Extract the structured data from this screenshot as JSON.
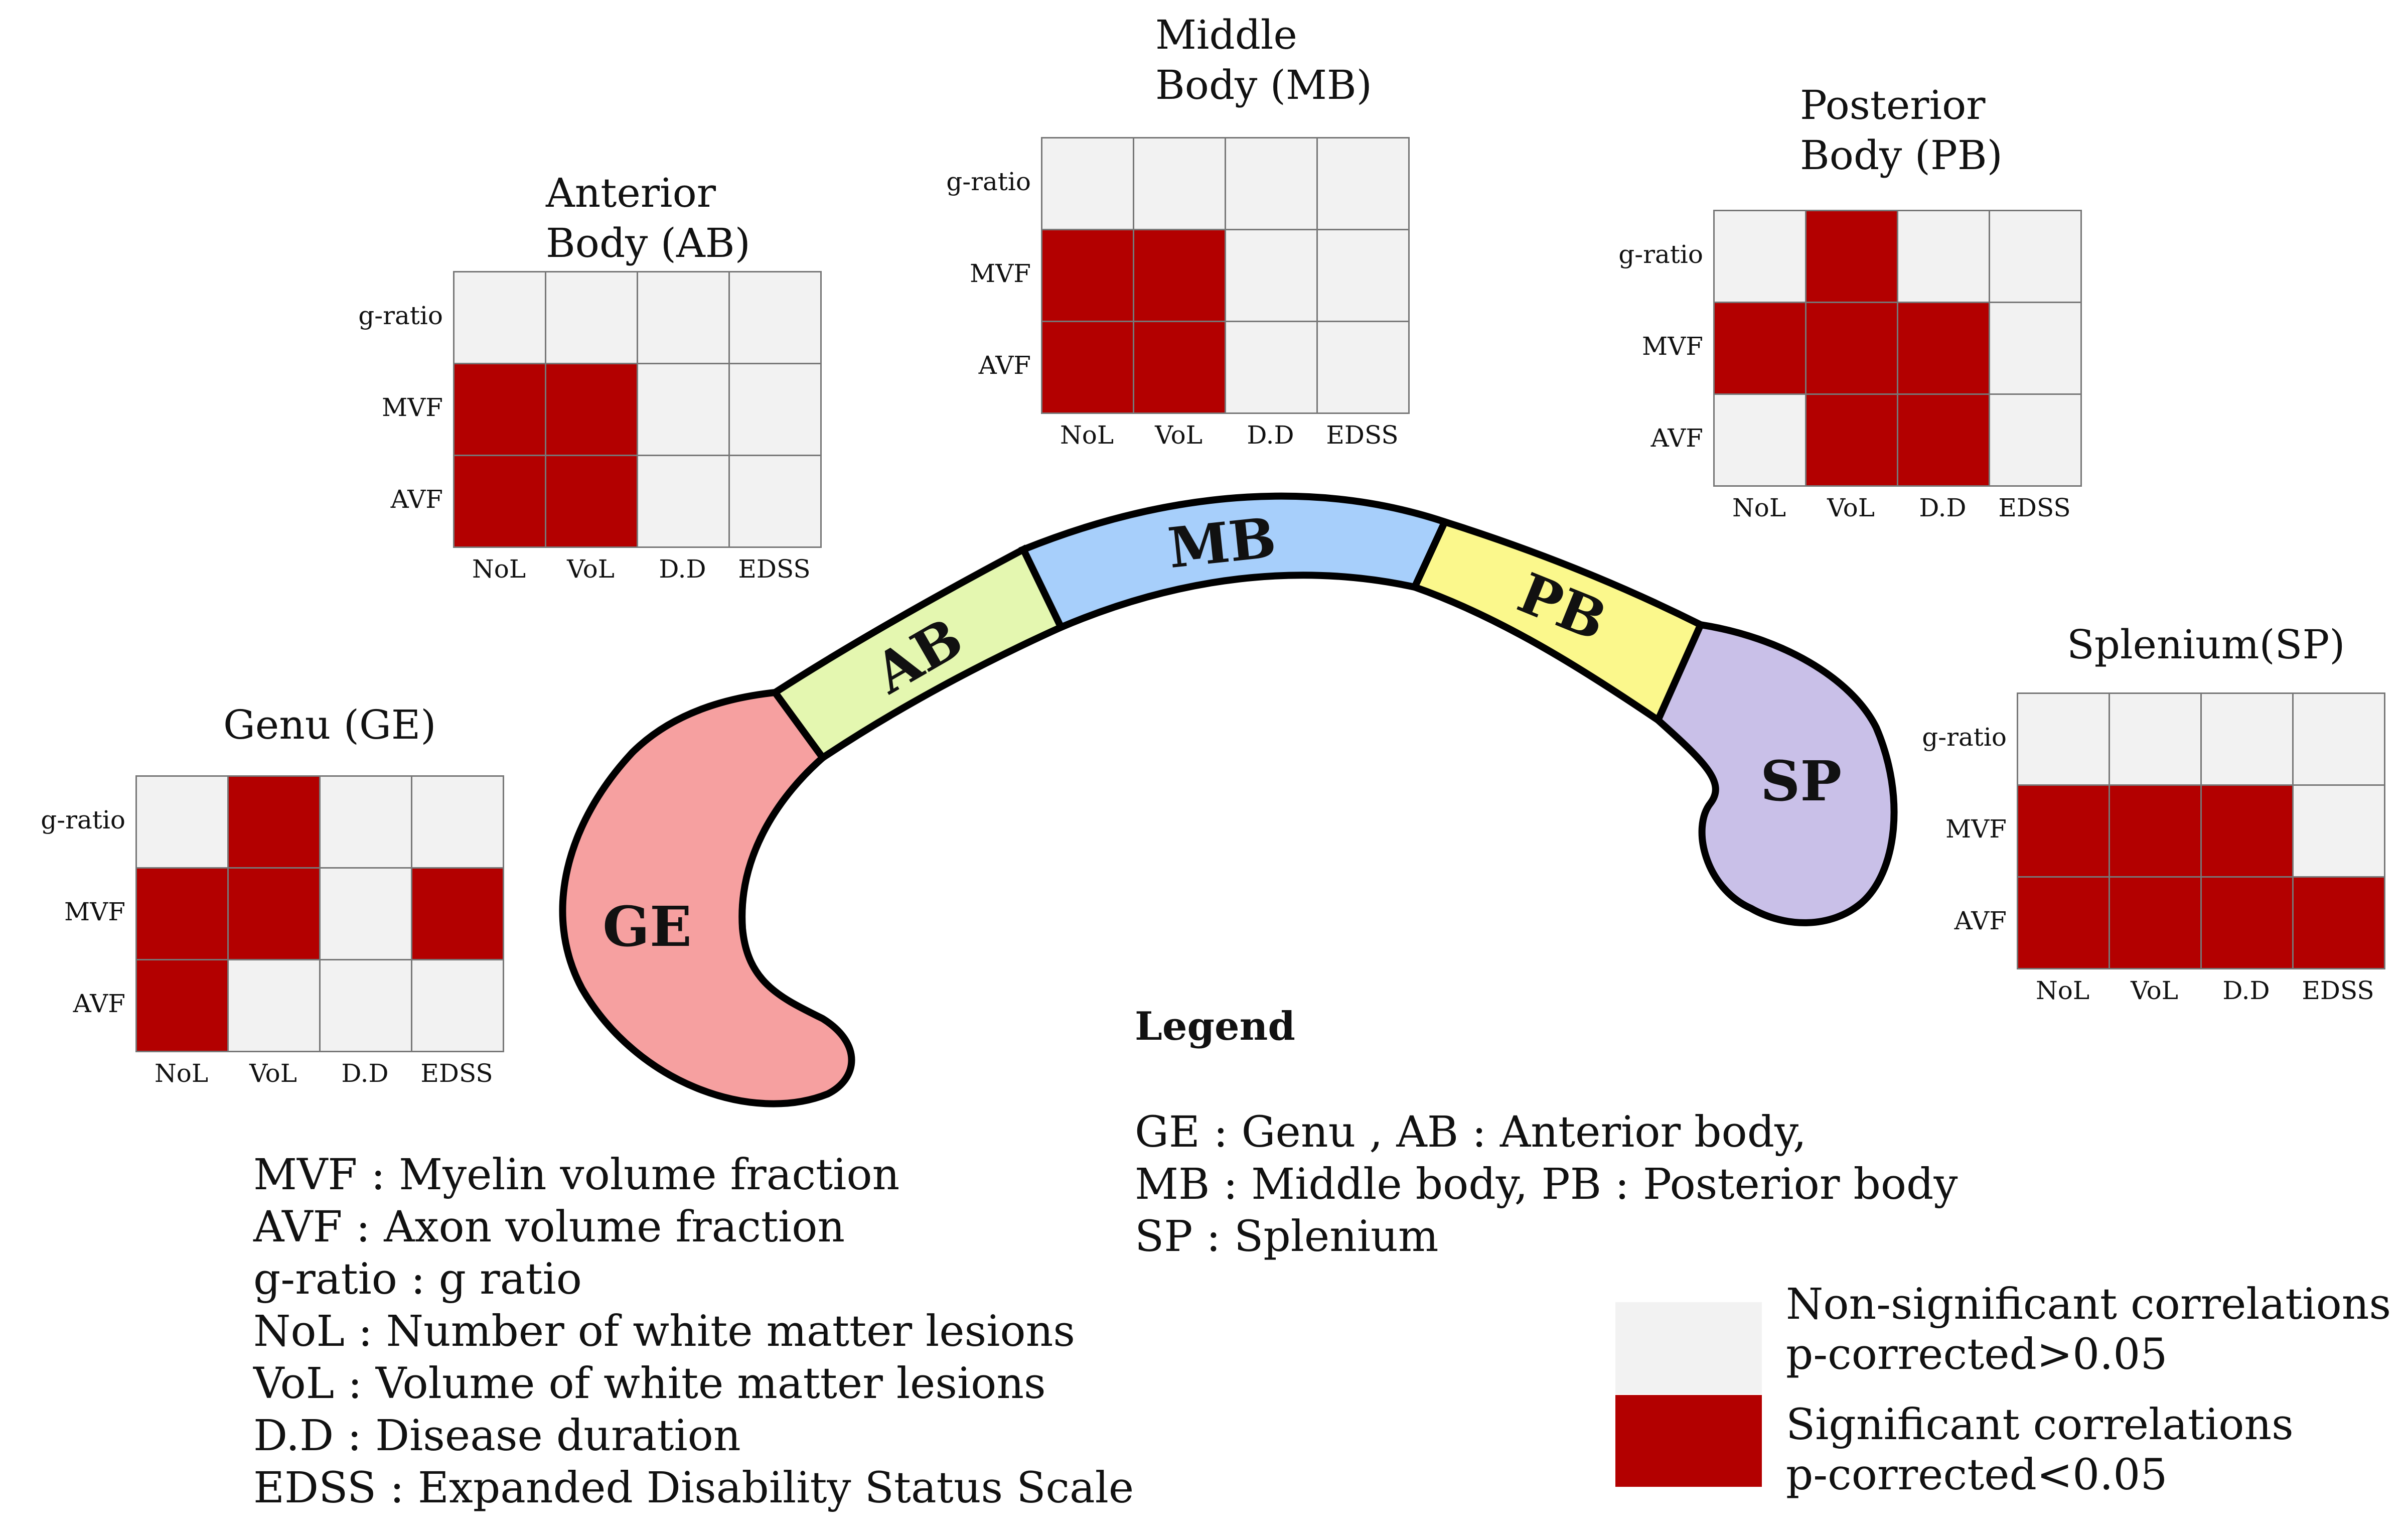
{
  "colors": {
    "significant": "#b30000",
    "non_significant": "#f2f2f2",
    "GE": "#f6a0a0",
    "AB": "#e4f7b0",
    "MB": "#a7cffb",
    "PB": "#fbf88c",
    "SP": "#c9c0e8"
  },
  "row_labels": [
    "g-ratio",
    "MVF",
    "AVF"
  ],
  "col_labels": [
    "NoL",
    "VoL",
    "D.D",
    "EDSS"
  ],
  "panels": {
    "GE": {
      "title_lines": [
        "Genu (GE)"
      ],
      "matrix": [
        [
          0,
          1,
          0,
          0
        ],
        [
          1,
          1,
          0,
          1
        ],
        [
          1,
          0,
          0,
          0
        ]
      ]
    },
    "AB": {
      "title_lines": [
        "Anterior",
        "Body (AB)"
      ],
      "matrix": [
        [
          0,
          0,
          0,
          0
        ],
        [
          1,
          1,
          0,
          0
        ],
        [
          1,
          1,
          0,
          0
        ]
      ]
    },
    "MB": {
      "title_lines": [
        "Middle",
        "Body (MB)"
      ],
      "matrix": [
        [
          0,
          0,
          0,
          0
        ],
        [
          1,
          1,
          0,
          0
        ],
        [
          1,
          1,
          0,
          0
        ]
      ]
    },
    "PB": {
      "title_lines": [
        "Posterior",
        "Body (PB)"
      ],
      "matrix": [
        [
          0,
          1,
          0,
          0
        ],
        [
          1,
          1,
          1,
          0
        ],
        [
          0,
          1,
          1,
          0
        ]
      ]
    },
    "SP": {
      "title_lines": [
        "Splenium(SP)"
      ],
      "matrix": [
        [
          0,
          0,
          0,
          0
        ],
        [
          1,
          1,
          1,
          0
        ],
        [
          1,
          1,
          1,
          1
        ]
      ]
    }
  },
  "segments": [
    "GE",
    "AB",
    "MB",
    "PB",
    "SP"
  ],
  "abbreviations": [
    "MVF : Myelin volume fraction",
    "AVF  : Axon volume fraction",
    "g-ratio : g ratio",
    "NoL : Number of white matter lesions",
    "VoL : Volume of white matter lesions",
    "D.D : Disease duration",
    "EDSS : Expanded Disability Status Scale"
  ],
  "legend": {
    "heading": "Legend",
    "lines": [
      "GE : Genu , AB : Anterior body,",
      "MB : Middle body, PB : Posterior body",
      "SP : Splenium"
    ]
  },
  "key": {
    "non_significant": [
      "Non-significant correlations",
      "p-corrected>0.05"
    ],
    "significant": [
      "Significant correlations",
      "p-corrected<0.05"
    ]
  }
}
